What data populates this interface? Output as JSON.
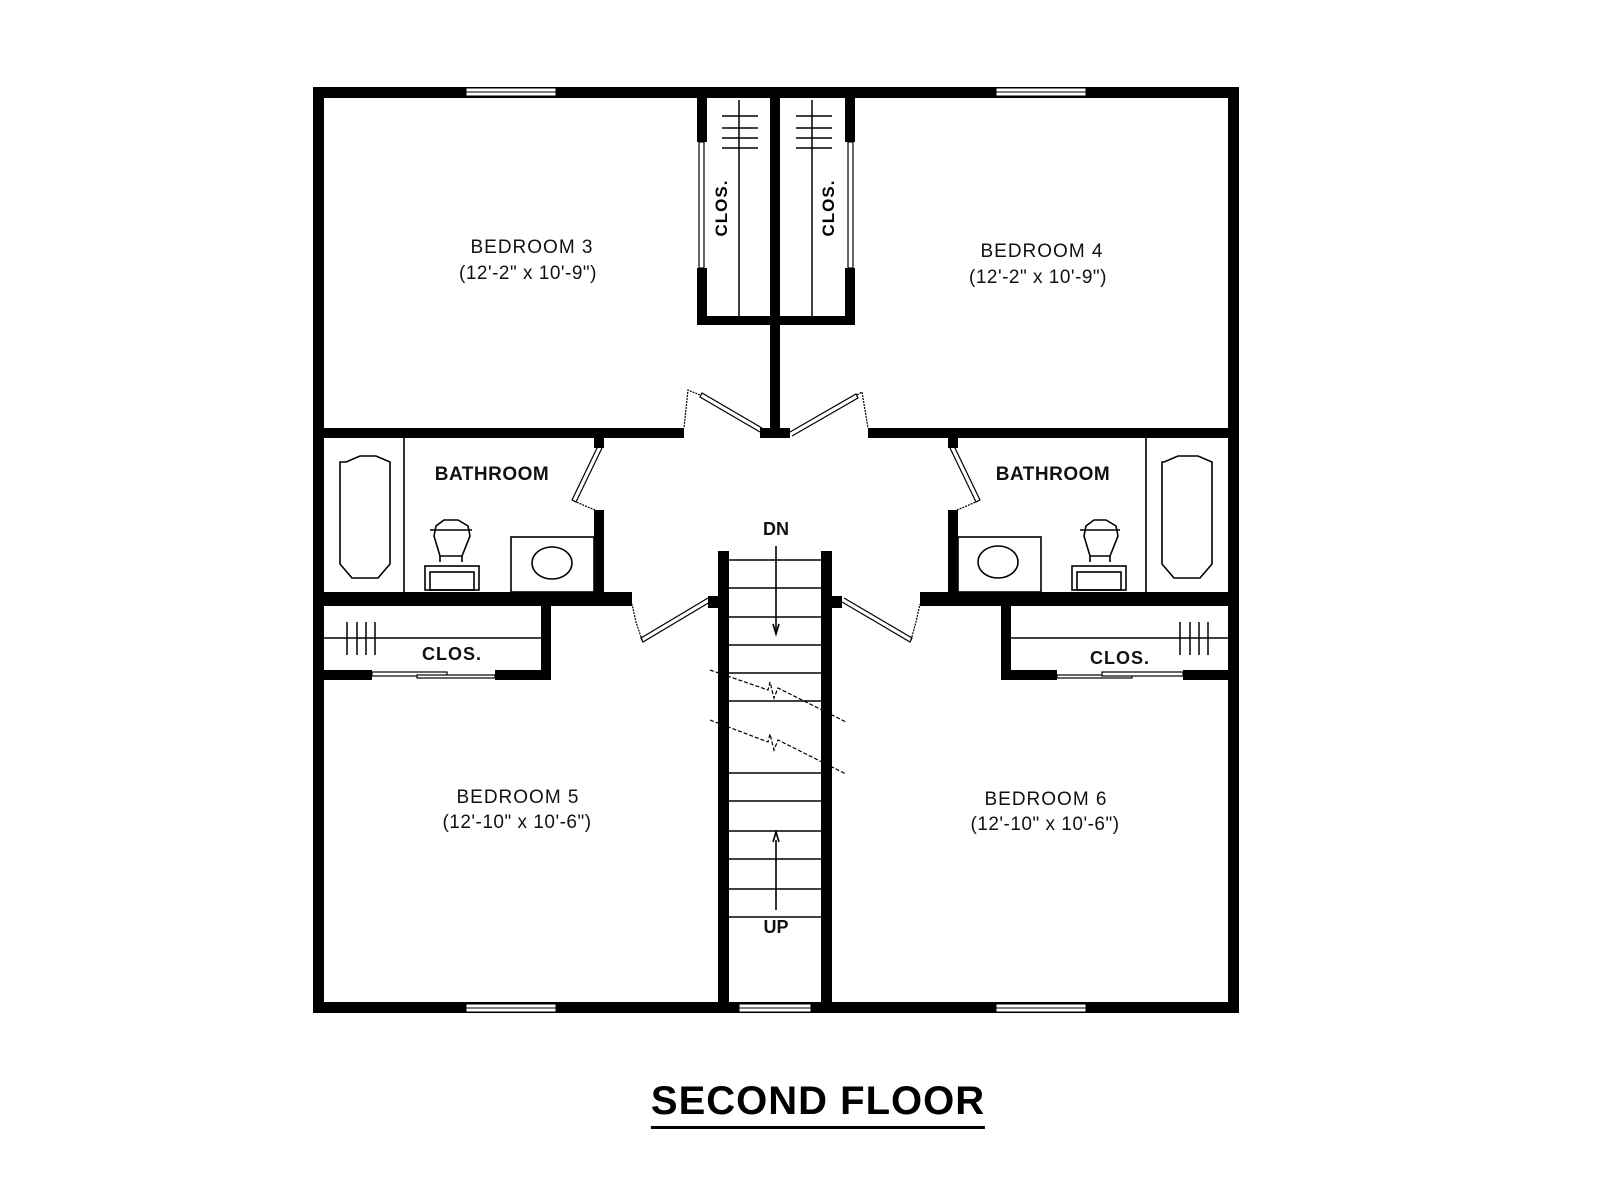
{
  "plan": {
    "title": "SECOND FLOOR",
    "colors": {
      "wall": "#000000",
      "background": "#ffffff",
      "fixture_line": "#000000"
    },
    "rooms": [
      {
        "id": "bedroom-3",
        "name": "BEDROOM  3",
        "dimensions": "(12'-2\" x 10'-9\")"
      },
      {
        "id": "bedroom-4",
        "name": "BEDROOM  4",
        "dimensions": "(12'-2\" x 10'-9\")"
      },
      {
        "id": "bedroom-5",
        "name": "BEDROOM   5",
        "dimensions": "(12'-10\" x 10'-6\")"
      },
      {
        "id": "bedroom-6",
        "name": "BEDROOM   6",
        "dimensions": "(12'-10\" x 10'-6\")"
      }
    ],
    "bathrooms": [
      {
        "id": "bathroom-left",
        "name": "BATHROOM",
        "fixtures": [
          "bathtub",
          "toilet",
          "sink-vanity"
        ]
      },
      {
        "id": "bathroom-right",
        "name": "BATHROOM",
        "fixtures": [
          "sink-vanity",
          "toilet",
          "bathtub"
        ]
      }
    ],
    "closets": [
      {
        "id": "closet-bedroom-3",
        "label": "CLOS."
      },
      {
        "id": "closet-bedroom-4",
        "label": "CLOS."
      },
      {
        "id": "closet-bedroom-5",
        "label": "CLOS."
      },
      {
        "id": "closet-bedroom-6",
        "label": "CLOS."
      }
    ],
    "stairs": {
      "down_label": "DN",
      "up_label": "UP"
    }
  }
}
